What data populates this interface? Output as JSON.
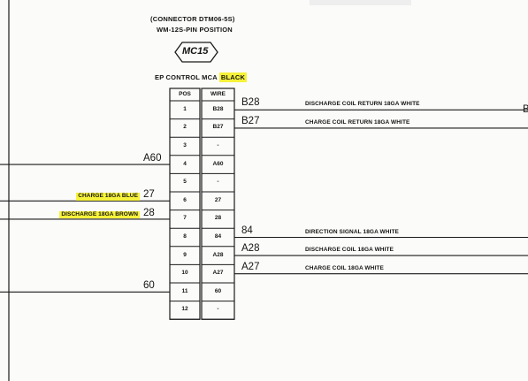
{
  "connector": {
    "title_line1": "(CONNECTOR DTM06-5S)",
    "title_line2": "WM-12S-PIN POSITION",
    "tag": "MC15",
    "label_prefix": "EP CONTROL MCA",
    "label_highlight": "BLACK",
    "highlight_color": "#f6f23a"
  },
  "table": {
    "headers": [
      "POS",
      "WIRE"
    ],
    "rows": [
      {
        "pos": "1",
        "wire": "B28"
      },
      {
        "pos": "2",
        "wire": "B27"
      },
      {
        "pos": "3",
        "wire": "-"
      },
      {
        "pos": "4",
        "wire": "A60"
      },
      {
        "pos": "5",
        "wire": "-"
      },
      {
        "pos": "6",
        "wire": "27"
      },
      {
        "pos": "7",
        "wire": "28"
      },
      {
        "pos": "8",
        "wire": "84"
      },
      {
        "pos": "9",
        "wire": "A28"
      },
      {
        "pos": "10",
        "wire": "A27"
      },
      {
        "pos": "11",
        "wire": "60"
      },
      {
        "pos": "12",
        "wire": "-"
      }
    ]
  },
  "left_wires": [
    {
      "id": "A60",
      "row": 4,
      "desc": "",
      "highlight": false
    },
    {
      "id": "27",
      "row": 6,
      "desc": "CHARGE 18GA BLUE",
      "highlight": true
    },
    {
      "id": "28",
      "row": 7,
      "desc": "DISCHARGE 18GA BROWN",
      "highlight": true
    },
    {
      "id": "60",
      "row": 11,
      "desc": "",
      "highlight": false
    }
  ],
  "right_wires": [
    {
      "id": "B28",
      "row": 1,
      "desc": "DISCHARGE COIL RETURN   18GA WHITE"
    },
    {
      "id": "B27",
      "row": 2,
      "desc": "CHARGE COIL RETURN   18GA WHITE"
    },
    {
      "id": "84",
      "row": 8,
      "desc": "DIRECTION SIGNAL   18GA WHITE"
    },
    {
      "id": "A28",
      "row": 9,
      "desc": "DISCHARGE COIL   18GA WHITE"
    },
    {
      "id": "A27",
      "row": 10,
      "desc": "CHARGE COIL   18GA WHITE"
    }
  ],
  "edge_labels": {
    "right_b28_tail": "B"
  }
}
